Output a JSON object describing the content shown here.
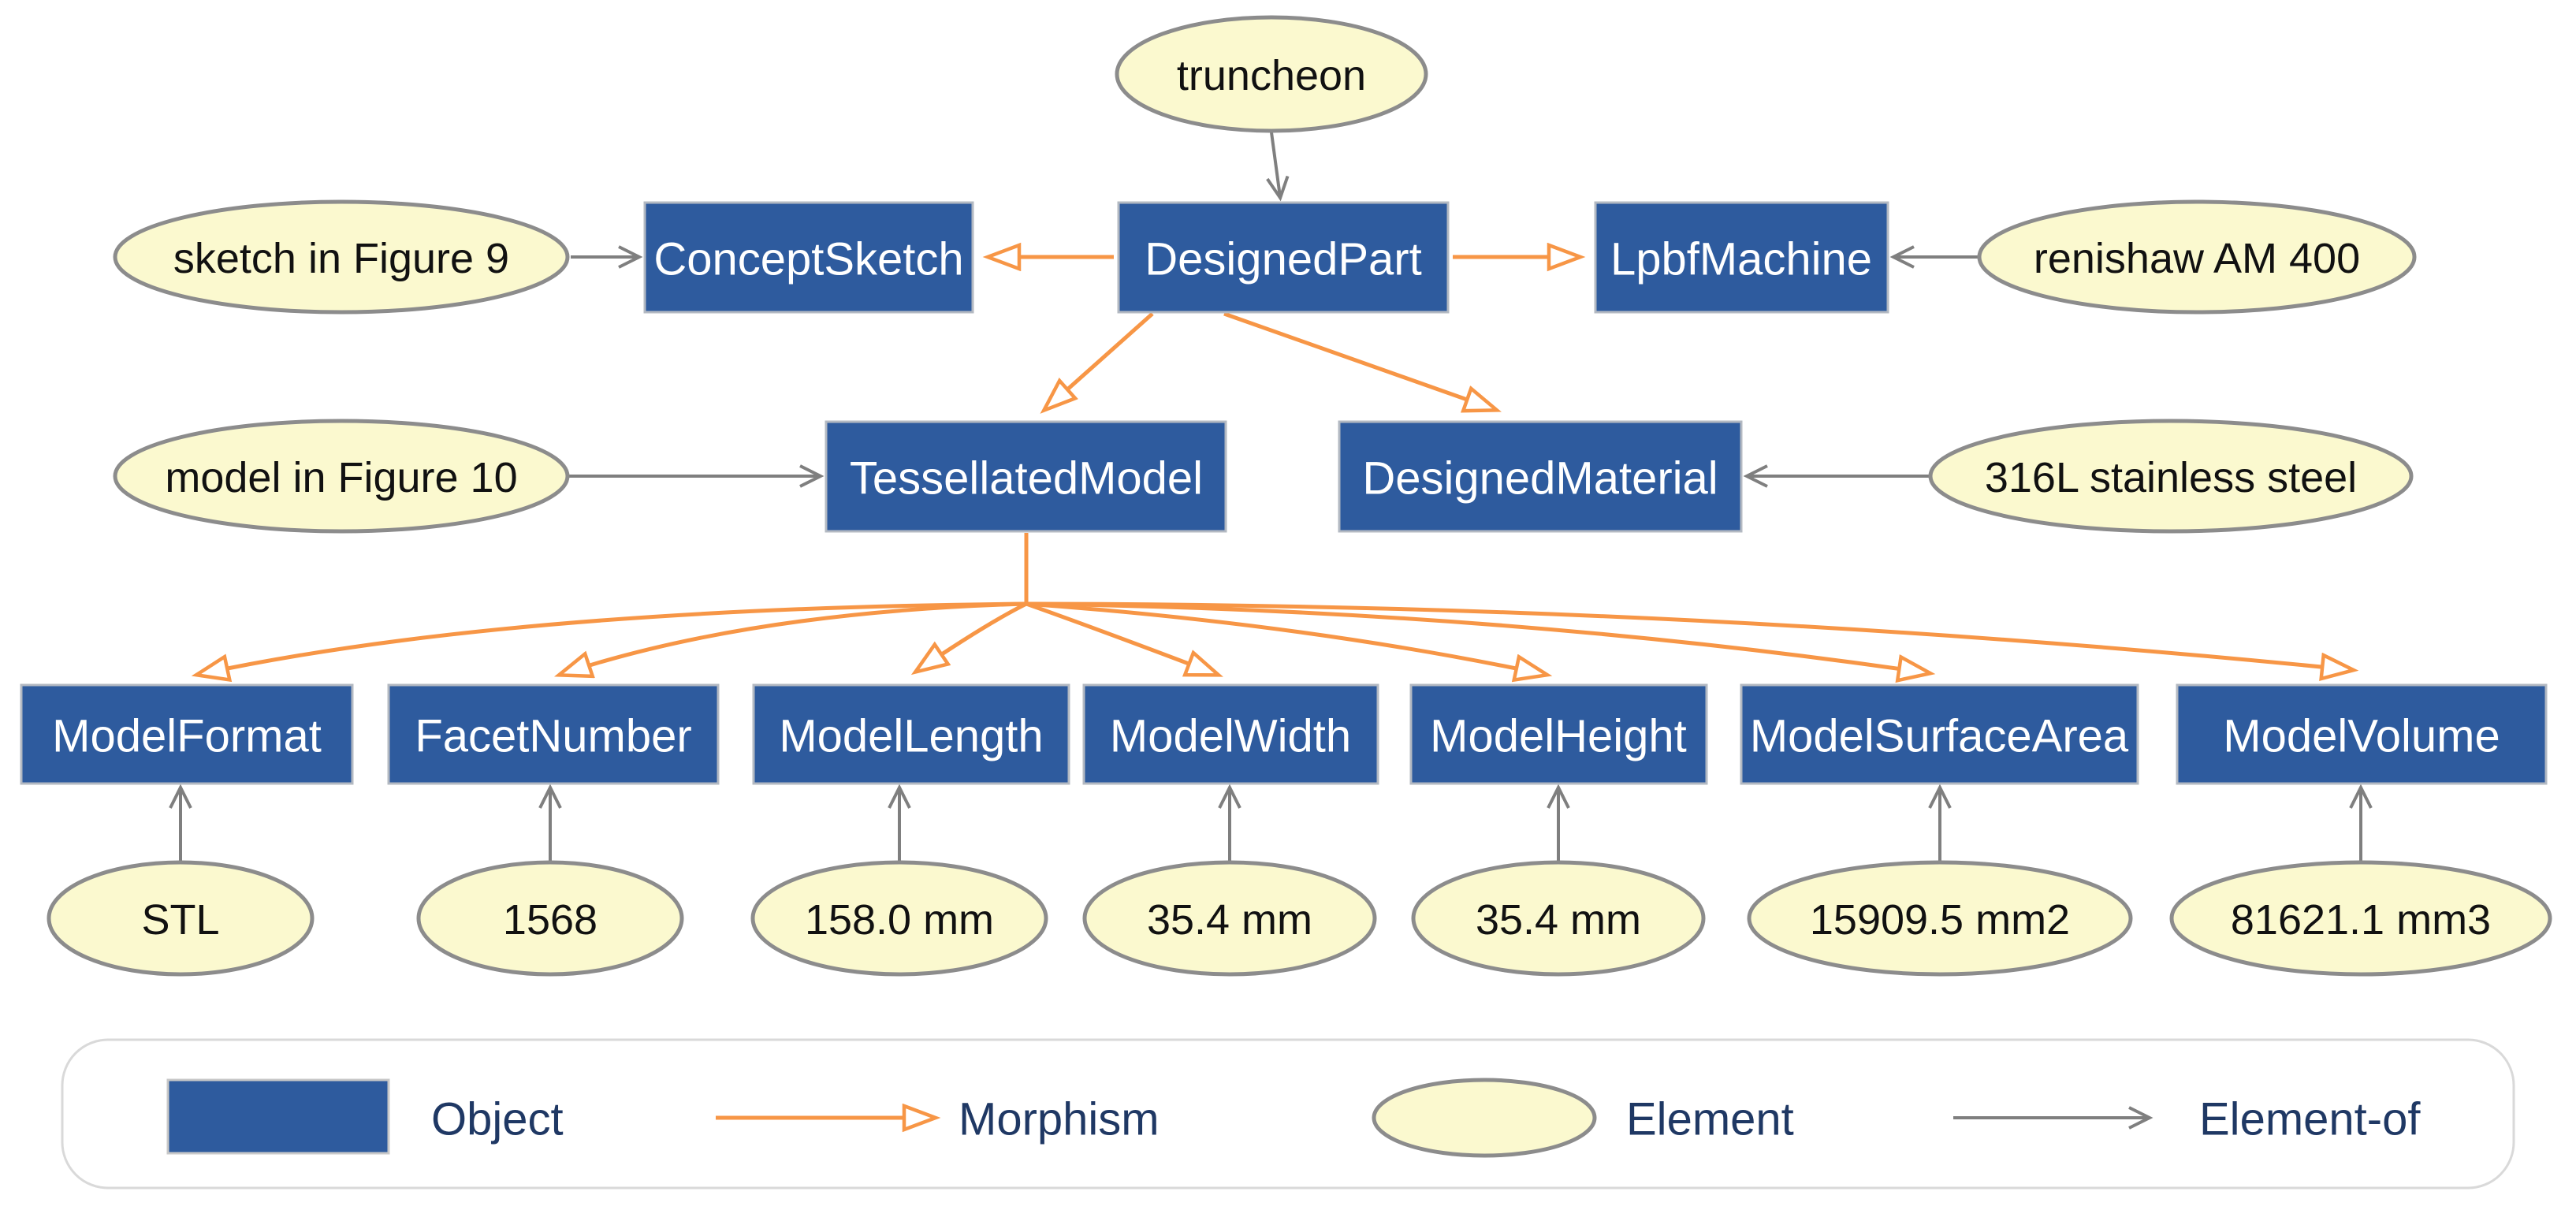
{
  "objects": [
    {
      "label": "ConceptSketch"
    },
    {
      "label": "DesignedPart"
    },
    {
      "label": "LpbfMachine"
    },
    {
      "label": "TessellatedModel"
    },
    {
      "label": "DesignedMaterial"
    },
    {
      "label": "ModelFormat"
    },
    {
      "label": "FacetNumber"
    },
    {
      "label": "ModelLength"
    },
    {
      "label": "ModelWidth"
    },
    {
      "label": "ModelHeight"
    },
    {
      "label": "ModelSurfaceArea"
    },
    {
      "label": "ModelVolume"
    }
  ],
  "elements": [
    {
      "label": "truncheon"
    },
    {
      "label": "sketch in Figure 9"
    },
    {
      "label": "renishaw AM 400"
    },
    {
      "label": "model in Figure 10"
    },
    {
      "label": "316L stainless steel"
    },
    {
      "label": "STL"
    },
    {
      "label": "1568"
    },
    {
      "label": "158.0 mm"
    },
    {
      "label": "35.4 mm"
    },
    {
      "label": "35.4 mm"
    },
    {
      "label": "15909.5 mm2"
    },
    {
      "label": "81621.1 mm3"
    }
  ],
  "legend": {
    "object_label": "Object",
    "morphism_label": "Morphism",
    "element_label": "Element",
    "element_of_label": "Element-of"
  },
  "colors": {
    "object_fill": "#2E5B9E",
    "object_text": "#FFFFFF",
    "element_fill": "#FBF9CF",
    "element_stroke": "#8C8C8C",
    "morphism_orange": "#F79646",
    "element_of_gray": "#7F7F7F",
    "legend_text": "#1F3864",
    "legend_border": "#D9D9D9"
  }
}
